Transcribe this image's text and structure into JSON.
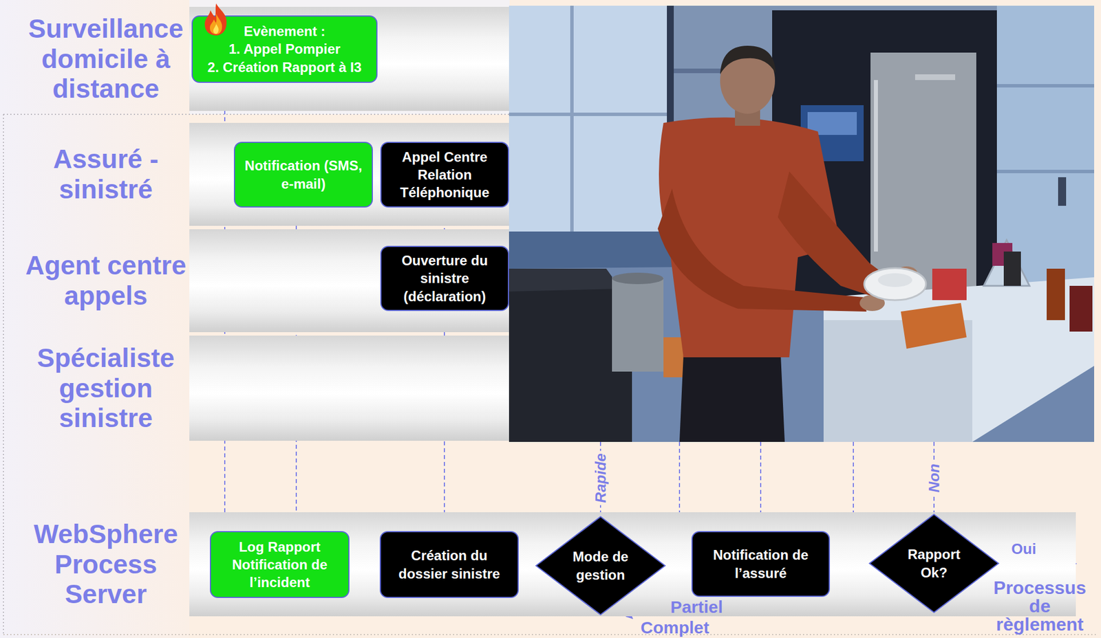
{
  "diagram": {
    "nodes": [
      {
        "text": [
          "Surveillance domicile à distance"
        ]
      },
      {
        "text": [
          "Evènement :",
          "1. Appel Pompier",
          "2. Création Rapport à I3"
        ],
        "in": 0
      },
      {
        "text": [
          "Assuré - sinistré"
        ]
      },
      {
        "text": [
          "Notification (SMS, e-mail)"
        ],
        "in": 2
      },
      {
        "text": [
          "Appel Centre Relation Téléphonique"
        ],
        "in": 2
      },
      {
        "text": [
          "Agent centre appels"
        ]
      },
      {
        "text": [
          "Ouverture du sinistre (déclaration)"
        ],
        "in": 5
      },
      {
        "text": [
          "Spécialiste gestion sinistre"
        ]
      },
      {
        "text": [
          "WebSphere Process Server"
        ]
      },
      {
        "text": [
          "Log Rapport Notification de l’incident"
        ],
        "in": 8
      },
      {
        "text": [
          "Création du dossier sinistre"
        ],
        "in": 8
      },
      {
        "text": [
          "Mode de gestion"
        ],
        "in": 8
      },
      {
        "text": [
          "Notification de l’assuré"
        ],
        "in": 8
      },
      {
        "text": [
          "Rapport Ok?"
        ],
        "in": 8
      }
    ],
    "edges": [
      {
        "from": 1,
        "to": 9,
        "arrow": "to"
      },
      {
        "from": 9,
        "to": 3,
        "arrow": "to"
      },
      {
        "from": 4,
        "to": 6,
        "arrow": "to"
      },
      {
        "from": 6,
        "to": 10,
        "arrow": "to"
      },
      {
        "from": 10,
        "to": 11,
        "arrow": "to"
      }
    ],
    "labels": [
      "Rapide",
      "Non",
      "Oui",
      "Partiel",
      "Complet",
      "Processus de règlement"
    ]
  }
}
